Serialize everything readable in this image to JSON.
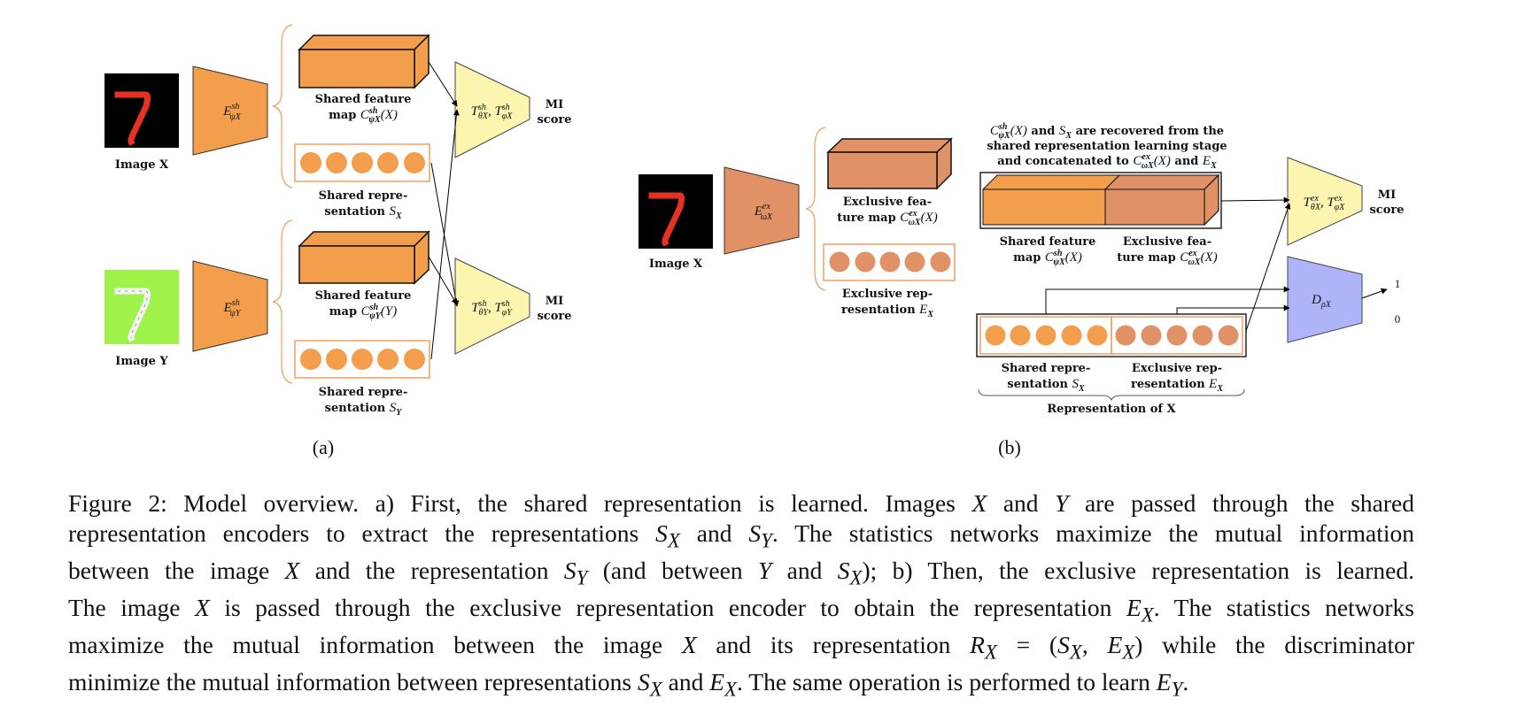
{
  "colors": {
    "shared_orange": "#F29E4C",
    "exclusive_orange": "#E09166",
    "stats_net_yellow": "#FBF5B0",
    "discriminator_blue": "#AEB4F7",
    "brace_orange": "#F0A060",
    "mnist_red": "#E53222",
    "mnist_green_bg": "#9EF24A"
  },
  "panel_a": {
    "sublabel": "(a)",
    "image_x_label": "Image X",
    "image_y_label": "Image Y",
    "encoder_x": "E^{sh}_{ψX}",
    "encoder_y": "E^{sh}_{ψY}",
    "feature_map_x_line1": "Shared feature",
    "feature_map_x_line2": "map C^{sh}_{ψX}(X)",
    "feature_map_y_line1": "Shared feature",
    "feature_map_y_line2": "map C^{sh}_{ψY}(Y)",
    "rep_x_line1": "Shared repre-",
    "rep_x_line2": "sentation S_X",
    "rep_y_line1": "Shared repre-",
    "rep_y_line2": "sentation S_Y",
    "stats_net_x": "T^{sh}_{θX}, T^{sh}_{φX}",
    "stats_net_y": "T^{sh}_{θY}, T^{sh}_{φY}",
    "mi_line1": "MI",
    "mi_line2": "score"
  },
  "panel_b": {
    "sublabel": "(b)",
    "image_x_label": "Image X",
    "encoder": "E^{ex}_{ωX}",
    "ex_feature_line1": "Exclusive fea-",
    "ex_feature_line2": "ture map C^{ex}_{ωX}(X)",
    "ex_rep_line1": "Exclusive rep-",
    "ex_rep_line2": "resentation E_X",
    "note_line1": "C^{sh}_{ψX}(X) and S_X are recovered from the",
    "note_line2": "shared representation learning stage",
    "note_line3": "and concatenated to C^{ex}_{ωX}(X) and E_X",
    "concat_shared_line1": "Shared feature",
    "concat_shared_line2": "map C^{sh}_{ψX}(X)",
    "concat_ex_line1": "Exclusive fea-",
    "concat_ex_line2": "ture map C^{ex}_{ωX}(X)",
    "concat_rep_shared_line1": "Shared repre-",
    "concat_rep_shared_line2": "sentation S_X",
    "concat_rep_ex_line1": "Exclusive rep-",
    "concat_rep_ex_line2": "resentation E_X",
    "representation_of_x": "Representation of X",
    "stats_net": "T^{ex}_{θX}, T^{ex}_{φX}",
    "mi_line1": "MI",
    "mi_line2": "score",
    "discriminator": "D_{ρX}",
    "out_1": "1",
    "out_0": "0"
  },
  "caption": {
    "lines": [
      "Figure 2: Model overview. a) First, the shared representation is learned. Images <i>X</i> and <i>Y</i> are passed through the shared",
      "representation encoders to extract the representations <i>S<sub>X</sub></i> and <i>S<sub>Y</sub></i>. The statistics networks maximize the mutual information",
      "between the image <i>X</i> and the representation <i>S<sub>Y</sub></i> (and between <i>Y</i> and <i>S<sub>X</sub></i>); b) Then, the exclusive representation is learned.",
      "The image <i>X</i> is passed through the exclusive representation encoder to obtain the representation <i>E<sub>X</sub></i>. The statistics networks",
      "maximize the mutual information between the image <i>X</i> and its representation <i>R<sub>X</sub></i> = (<i>S<sub>X</sub></i>, <i>E<sub>X</sub></i>) while the discriminator",
      "minimize the mutual information between representations <i>S<sub>X</sub></i> and <i>E<sub>X</sub></i>. The same operation is performed to learn <i>E<sub>Y</sub></i>."
    ]
  }
}
